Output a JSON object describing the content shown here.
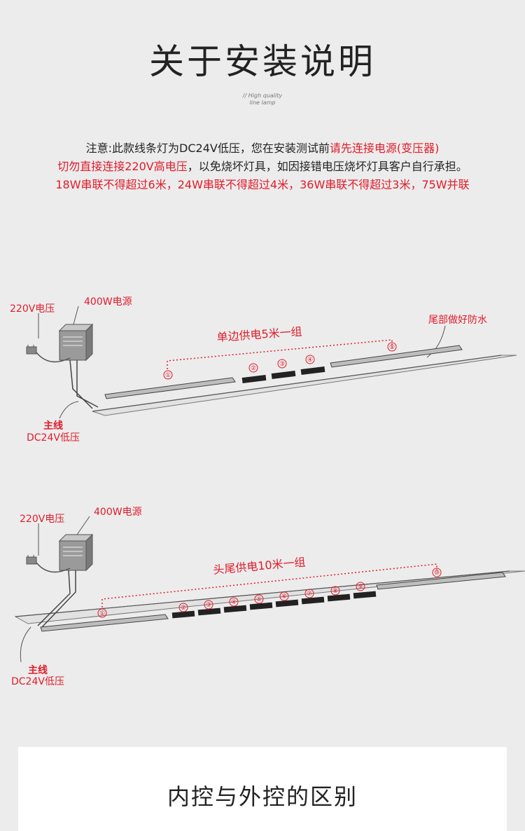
{
  "header": {
    "title": "关于安装说明",
    "subtitle_line1": "// High quality",
    "subtitle_line2": "line lamp"
  },
  "notice": {
    "line1_black": "注意:此款线条灯为DC24V低压，您在安装测试前",
    "line1_red": "请先连接电源(变压器)",
    "line2_red": "切勿直接连接220V高电压",
    "line2_black": "，以免烧坏灯具，如因接错电压烧坏灯具客户自行承担。",
    "line3_red": "18W串联不得超过6米，24W串联不得超过4米，36W串联不得超过3米，75W并联"
  },
  "diagram1": {
    "voltage_label": "220V电压",
    "power_label": "400W电源",
    "group_label": "单边供电5米一组",
    "tail_label": "尾部做好防水",
    "main_line_label": "主线",
    "main_line_sub": "DC24V低压",
    "markers": [
      "①",
      "②",
      "③",
      "④",
      "⑤"
    ]
  },
  "diagram2": {
    "voltage_label": "220V电压",
    "power_label": "400W电源",
    "group_label": "头尾供电10米一组",
    "main_line_label": "主线",
    "main_line_sub": "DC24V低压",
    "markers": [
      "①",
      "②",
      "③",
      "④",
      "⑤",
      "⑥",
      "⑦",
      "⑧",
      "⑨",
      "⑩"
    ]
  },
  "footer": {
    "section_title": "内控与外控的区别"
  },
  "colors": {
    "accent_red": "#e11b2a",
    "text_dark": "#222222",
    "background": "#ececec"
  }
}
